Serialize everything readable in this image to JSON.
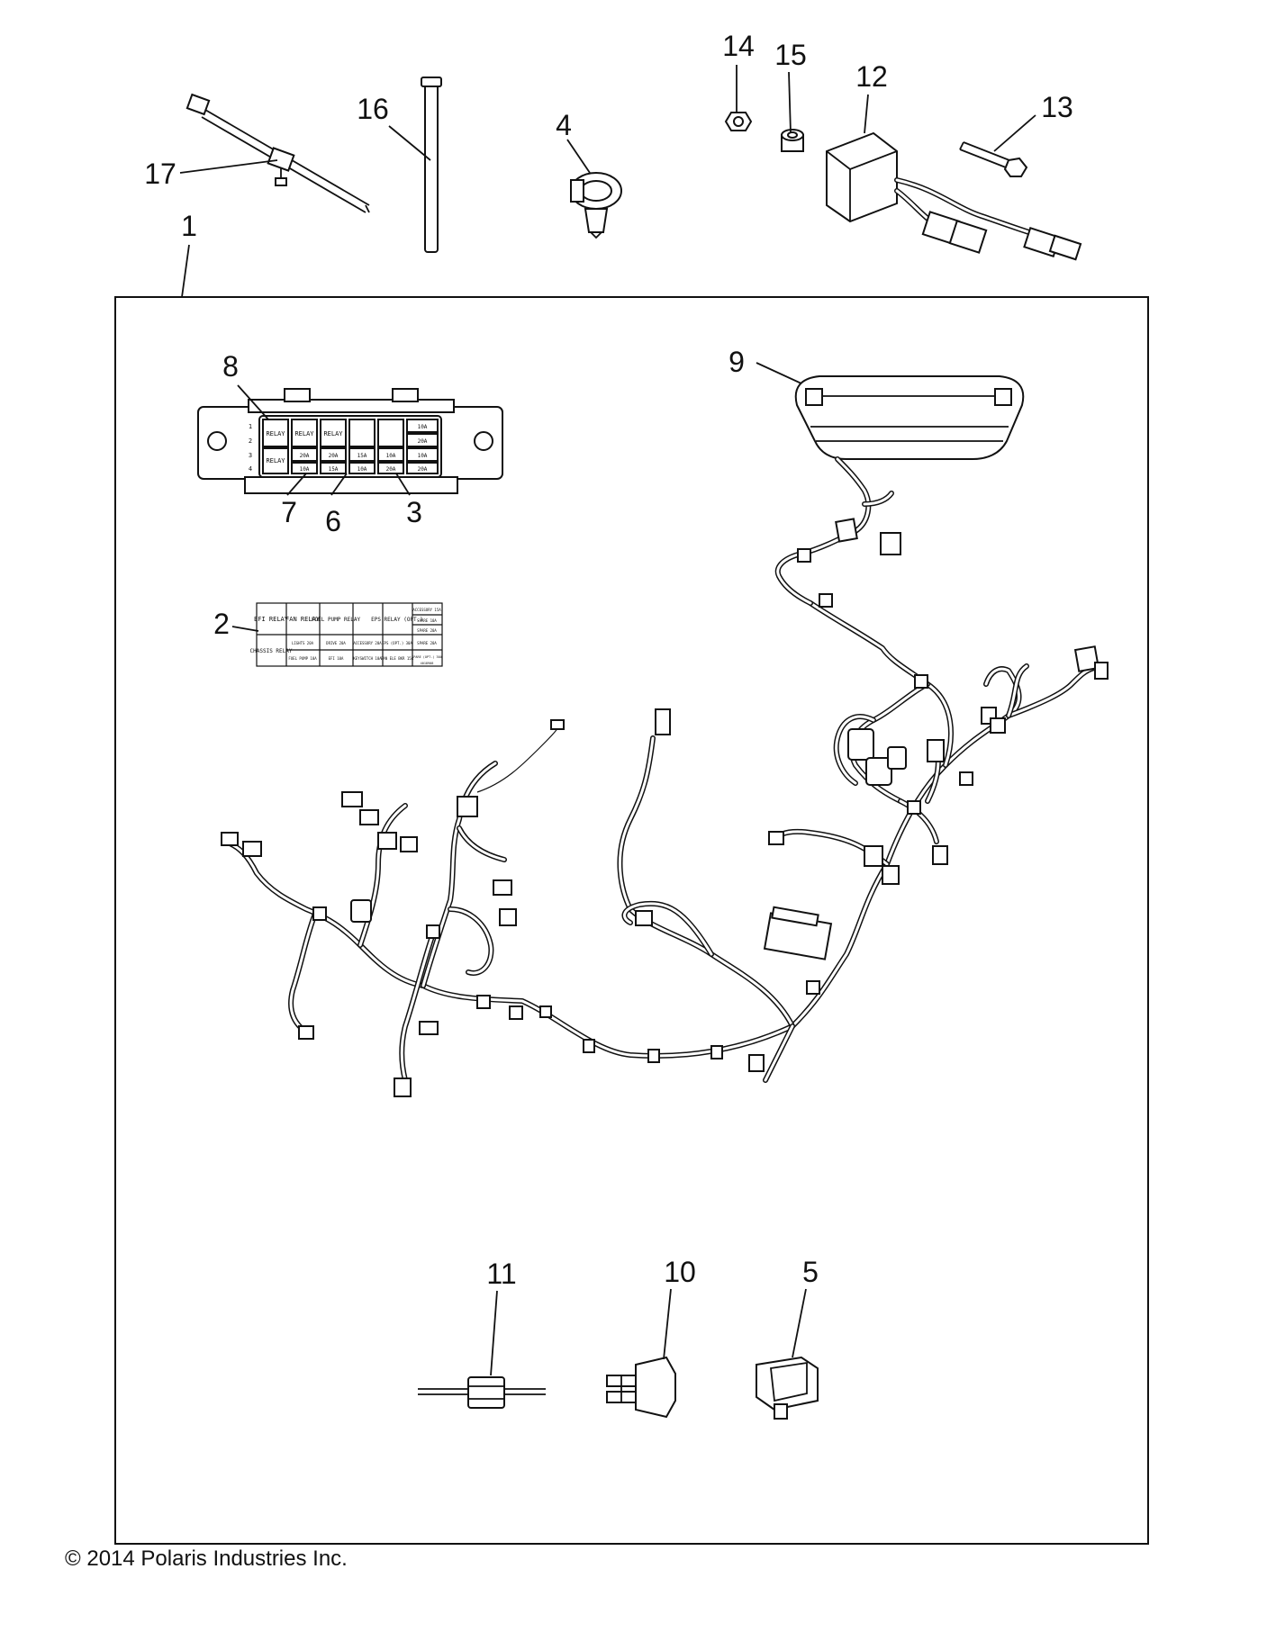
{
  "diagram": {
    "callouts": [
      "1",
      "2",
      "3",
      "4",
      "5",
      "6",
      "7",
      "8",
      "9",
      "10",
      "11",
      "12",
      "13",
      "14",
      "15",
      "16",
      "17"
    ]
  },
  "fuse_box_labels": {
    "relay": "RELAY",
    "row_numbers": [
      "1",
      "2",
      "3",
      "4"
    ],
    "fuses": [
      "10A",
      "20A",
      "20A",
      "20A",
      "15A",
      "10A",
      "10A",
      "10A",
      "15A",
      "10A",
      "20A",
      "20A"
    ]
  },
  "decal": {
    "row1": [
      "EFI RELAY",
      "FAN RELAY",
      "FUEL PUMP RELAY",
      "",
      "EPS RELAY (OPT.)"
    ],
    "row1_right": [
      "ACCESSORY 15A",
      "SPARE 10A",
      "SPARE 20A"
    ],
    "row2_head": "CHASSIS RELAY",
    "row2_top": [
      "LIGHTS 20A",
      "DRIVE 20A",
      "ACCESSORY 20A",
      "EPS (OPT.) 30A",
      "SPARE 20A"
    ],
    "row2_bot": [
      "FUEL PUMP 10A",
      "EFI 10A",
      "KEYSWITCH 10A",
      "FAN ELE BKR 15A",
      "SPARE (OPT.) 30A"
    ],
    "part_number": "4018908"
  },
  "copyright": "© 2014 Polaris Industries Inc."
}
